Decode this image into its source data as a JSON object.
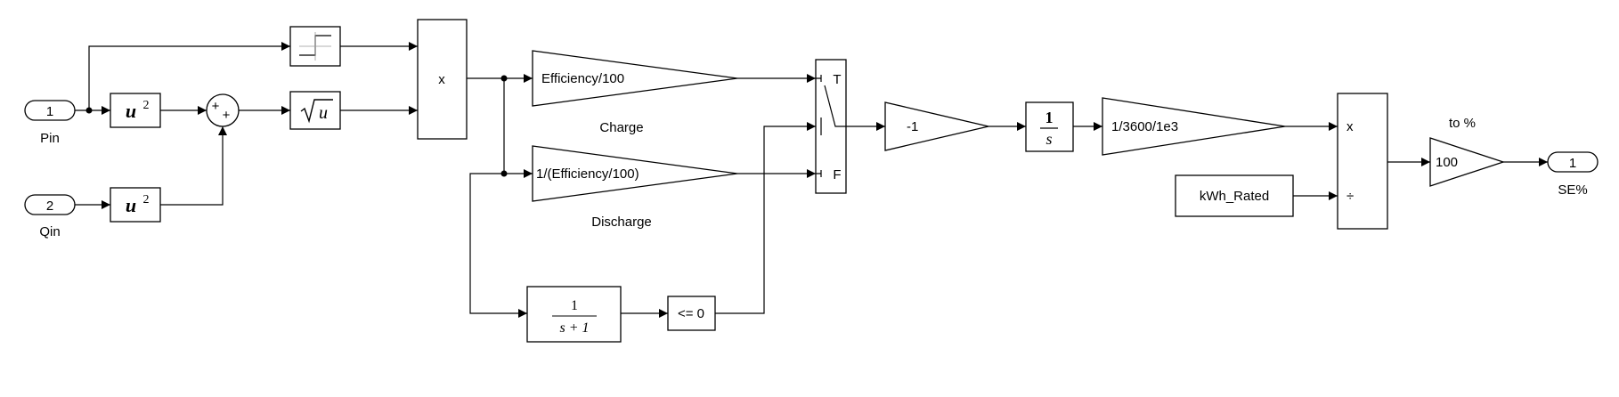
{
  "inports": [
    {
      "number": "1",
      "name": "Pin"
    },
    {
      "number": "2",
      "name": "Qin"
    }
  ],
  "outport": {
    "number": "1",
    "name": "SE%"
  },
  "square_blocks": {
    "u": "u",
    "exponent": "2"
  },
  "sum_signs": {
    "top": "+",
    "bottom": "+"
  },
  "sqrt_arg": "u",
  "product1": {
    "op": "x"
  },
  "gains": {
    "charge": {
      "value": "Efficiency/100",
      "label": "Charge"
    },
    "discharge": {
      "value": "1/(Efficiency/100)",
      "label": "Discharge"
    },
    "negate": {
      "value": "-1"
    },
    "energy": {
      "value": "1/3600/1e3"
    },
    "percent": {
      "value": "100",
      "label": "to %"
    }
  },
  "switch": {
    "true_port": "T",
    "false_port": "F"
  },
  "integrator": {
    "num": "1",
    "den": "s"
  },
  "transfer_fcn": {
    "num": "1",
    "den": "s + 1"
  },
  "compare": {
    "text": "<= 0"
  },
  "constant": {
    "value": "kWh_Rated"
  },
  "divide": {
    "mul": "x",
    "div": "÷"
  }
}
